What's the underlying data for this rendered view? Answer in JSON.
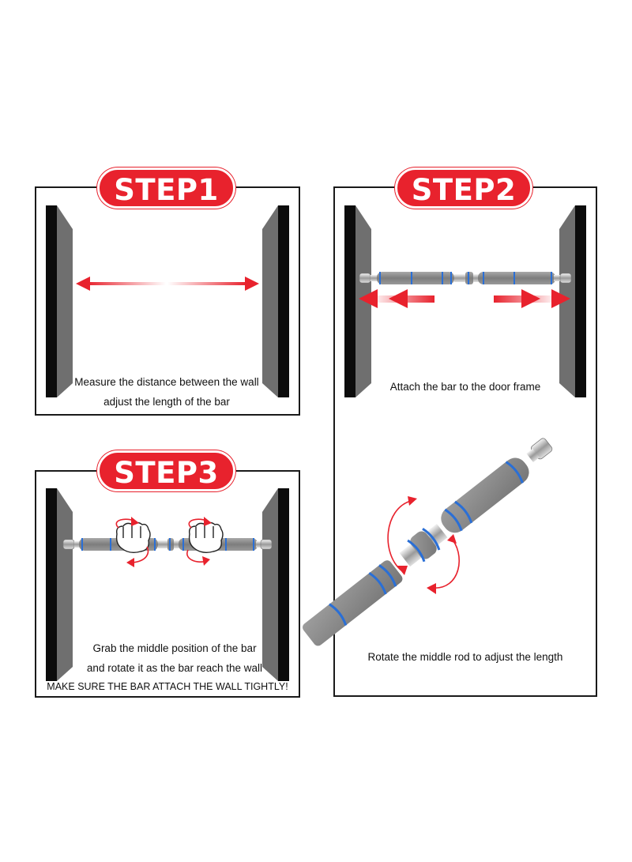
{
  "steps": [
    {
      "badge": "STEP1",
      "caption_lines": [
        "Measure the distance between the wall",
        "adjust the length of the bar"
      ]
    },
    {
      "badge": "STEP2",
      "caption_lines": [
        "Attach the bar to the door frame",
        "Rotate the middle rod to adjust the length"
      ]
    },
    {
      "badge": "STEP3",
      "caption_lines": [
        "Grab the middle position of the bar",
        "and rotate it as the bar reach the wall",
        "MAKE SURE THE BAR ATTACH THE WALL TIGHTLY!"
      ]
    }
  ],
  "colors": {
    "badge_red": "#e8222d",
    "arrow_red": "#e8222d",
    "wall_gray": "#6f6f6f",
    "wall_black": "#0c0c0c",
    "foam_gray": "#8e8e8e",
    "ring_blue": "#2a6fd6",
    "panel_border": "#1a1a1a"
  },
  "icons": [
    "wall-panel-icon",
    "double-arrow-icon",
    "pull-up-bar-icon",
    "rotation-arrow-icon",
    "fist-icon"
  ]
}
